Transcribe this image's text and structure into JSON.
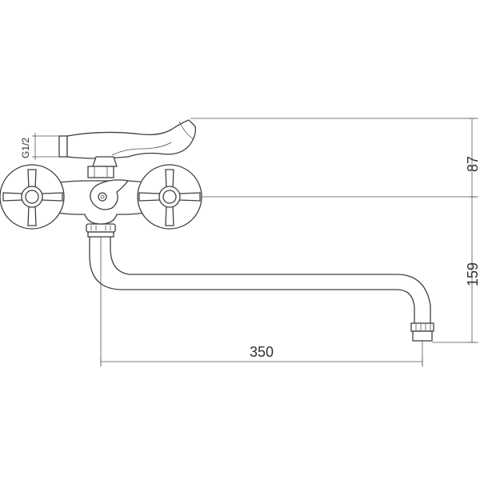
{
  "drawing": {
    "stroke_color": "#404040",
    "background_color": "#ffffff",
    "dimensions": {
      "thread": "G1/2",
      "height_upper": "87",
      "height_lower": "159",
      "spout_length": "350"
    }
  }
}
